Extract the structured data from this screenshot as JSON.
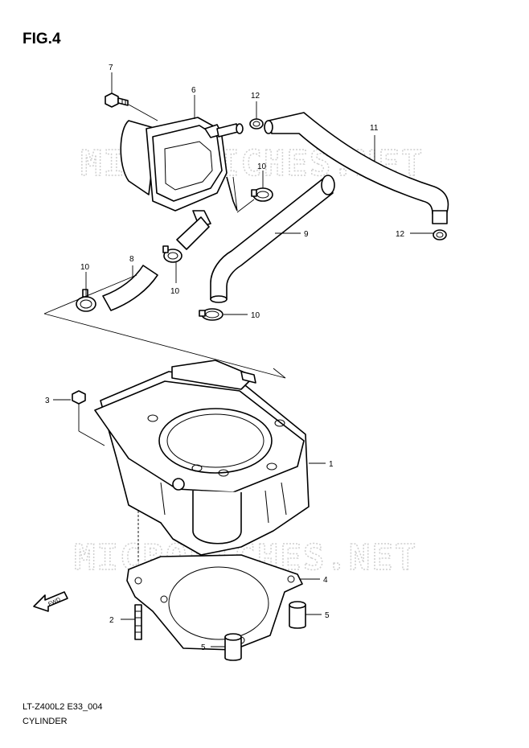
{
  "figure": {
    "title": "FIG.4",
    "code": "LT-Z400L2 E33_004",
    "caption": "CYLINDER"
  },
  "watermark": "MICROFICHES.NET",
  "callouts": [
    {
      "id": "c7",
      "label": "7"
    },
    {
      "id": "c6",
      "label": "6"
    },
    {
      "id": "c12a",
      "label": "12"
    },
    {
      "id": "c11",
      "label": "11"
    },
    {
      "id": "c10a",
      "label": "10"
    },
    {
      "id": "c9",
      "label": "9"
    },
    {
      "id": "c12b",
      "label": "12"
    },
    {
      "id": "c10b",
      "label": "10"
    },
    {
      "id": "c8",
      "label": "8"
    },
    {
      "id": "c10c",
      "label": "10"
    },
    {
      "id": "c10d",
      "label": "10"
    },
    {
      "id": "c3",
      "label": "3"
    },
    {
      "id": "c1",
      "label": "1"
    },
    {
      "id": "c4",
      "label": "4"
    },
    {
      "id": "c2",
      "label": "2"
    },
    {
      "id": "c5a",
      "label": "5"
    },
    {
      "id": "c5b",
      "label": "5"
    }
  ],
  "fwd_label": "FWD"
}
